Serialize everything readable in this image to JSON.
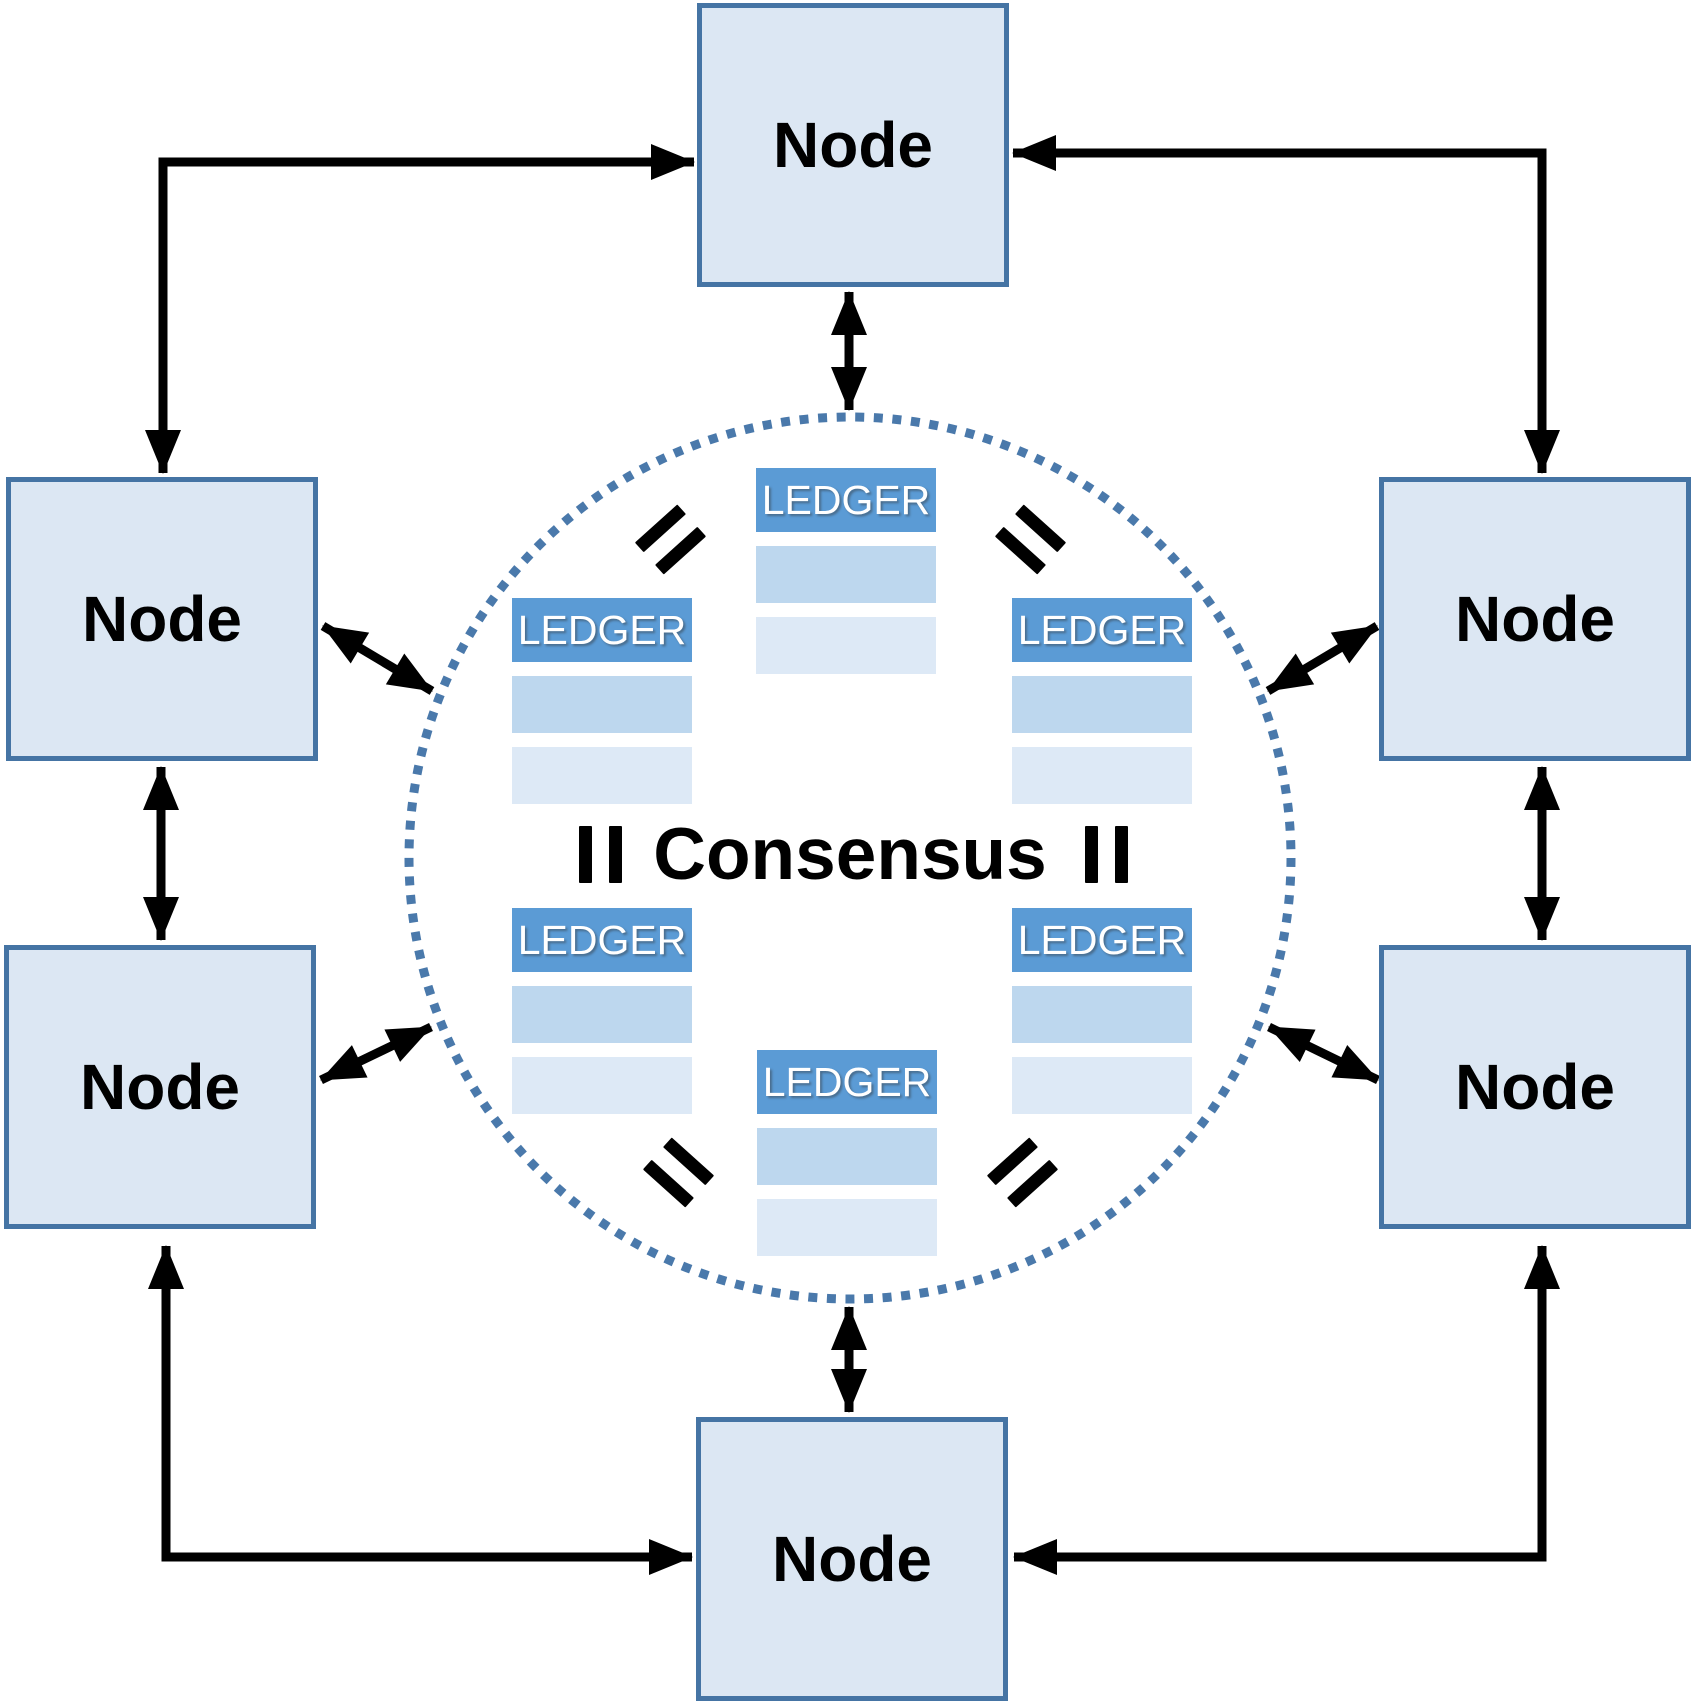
{
  "labels": {
    "consensus": "Consensus"
  },
  "nodes": [
    {
      "position": "top",
      "label": "Node"
    },
    {
      "position": "upper-left",
      "label": "Node"
    },
    {
      "position": "upper-right",
      "label": "Node"
    },
    {
      "position": "lower-left",
      "label": "Node"
    },
    {
      "position": "lower-right",
      "label": "Node"
    },
    {
      "position": "bottom",
      "label": "Node"
    }
  ],
  "ledgers": [
    {
      "position": "top-center",
      "label": "LEDGER",
      "rows": 2
    },
    {
      "position": "upper-left",
      "label": "LEDGER",
      "rows": 2
    },
    {
      "position": "upper-right",
      "label": "LEDGER",
      "rows": 2
    },
    {
      "position": "lower-left",
      "label": "LEDGER",
      "rows": 2
    },
    {
      "position": "lower-right",
      "label": "LEDGER",
      "rows": 2
    },
    {
      "position": "bottom-center",
      "label": "LEDGER",
      "rows": 2
    }
  ],
  "equals_signs": {
    "count": 6,
    "positions": [
      "upper-left",
      "upper-right",
      "middle-left",
      "middle-right",
      "lower-left",
      "lower-right"
    ],
    "meaning": "ledger-equality"
  },
  "connections": {
    "outer_elbow_arrows": [
      "top-node<->upper-left-node",
      "top-node<->upper-right-node",
      "bottom-node<->lower-left-node",
      "bottom-node<->lower-right-node"
    ],
    "vertical_double_arrows": [
      "upper-left-node<->lower-left-node",
      "upper-right-node<->lower-right-node",
      "top-node<->circle",
      "bottom-node<->circle"
    ],
    "diagonal_double_arrows": [
      "upper-left-node<->circle",
      "upper-right-node<->circle",
      "lower-left-node<->circle",
      "lower-right-node<->circle"
    ]
  },
  "colors": {
    "node_fill": "#dce7f3",
    "node_border": "#4574a4",
    "ledger_header": "#5b9bd5",
    "ledger_row_medium": "#bdd7ee",
    "ledger_row_light": "#dde9f6",
    "ledger_text": "#ffffff",
    "circle_dots": "#4a79ab",
    "arrows": "#000000",
    "text": "#000000",
    "background": "#ffffff"
  }
}
